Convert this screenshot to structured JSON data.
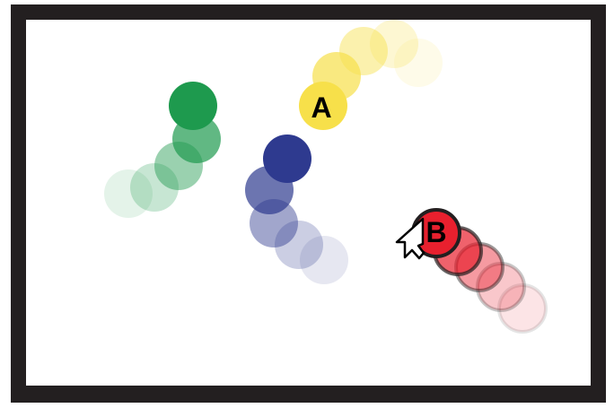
{
  "frame_color": "#231f20",
  "stage_color": "#ffffff",
  "trails": [
    {
      "id": "green",
      "color": "#1e9a4e",
      "label": "",
      "outlined": false,
      "steps": 5
    },
    {
      "id": "yellow",
      "color": "#f7e04a",
      "label": "A",
      "outlined": false,
      "steps": 5
    },
    {
      "id": "blue",
      "color": "#2e3a8f",
      "label": "",
      "outlined": false,
      "steps": 5
    },
    {
      "id": "red",
      "color": "#e8202e",
      "label": "B",
      "outlined": true,
      "steps": 5
    }
  ],
  "cursor": {
    "icon": "arrow-cursor-icon"
  }
}
